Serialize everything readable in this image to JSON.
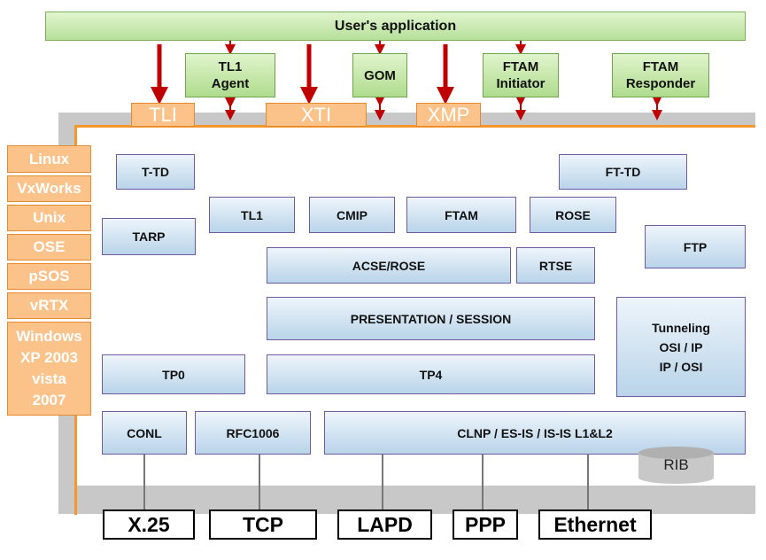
{
  "application": {
    "label": "User's application"
  },
  "agents": {
    "tl1_agent": "TL1\nAgent",
    "gom": "GOM",
    "ftam_initiator": "FTAM\nInitiator",
    "ftam_responder": "FTAM\nResponder"
  },
  "interfaces": {
    "tli": "TLI",
    "xti": "XTI",
    "xmp": "XMP"
  },
  "operating_systems": [
    "Linux",
    "VxWorks",
    "Unix",
    "OSE",
    "pSOS",
    "vRTX",
    "Windows\nXP 2003\nvista\n2007"
  ],
  "stack": {
    "t_td": "T-TD",
    "ft_td": "FT-TD",
    "tarp": "TARP",
    "tl1": "TL1",
    "cmip": "CMIP",
    "ftam": "FTAM",
    "rose": "ROSE",
    "ftp": "FTP",
    "acse_rose": "ACSE/ROSE",
    "rtse": "RTSE",
    "presentation_session": "PRESENTATION / SESSION",
    "tunneling": "Tunneling\nOSI / IP\nIP / OSI",
    "tp0": "TP0",
    "tp4": "TP4",
    "conl": "CONL",
    "rfc1006": "RFC1006",
    "clnp": "CLNP / ES-IS / IS-IS L1&L2",
    "rib": "RIB"
  },
  "physical": [
    "X.25",
    "TCP",
    "LAPD",
    "PPP",
    "Ethernet"
  ],
  "colors": {
    "orange": "#f4982e",
    "arrow_red": "#c00000",
    "green_box": "#b6e09a",
    "blue_box": "#b9d4e9"
  }
}
